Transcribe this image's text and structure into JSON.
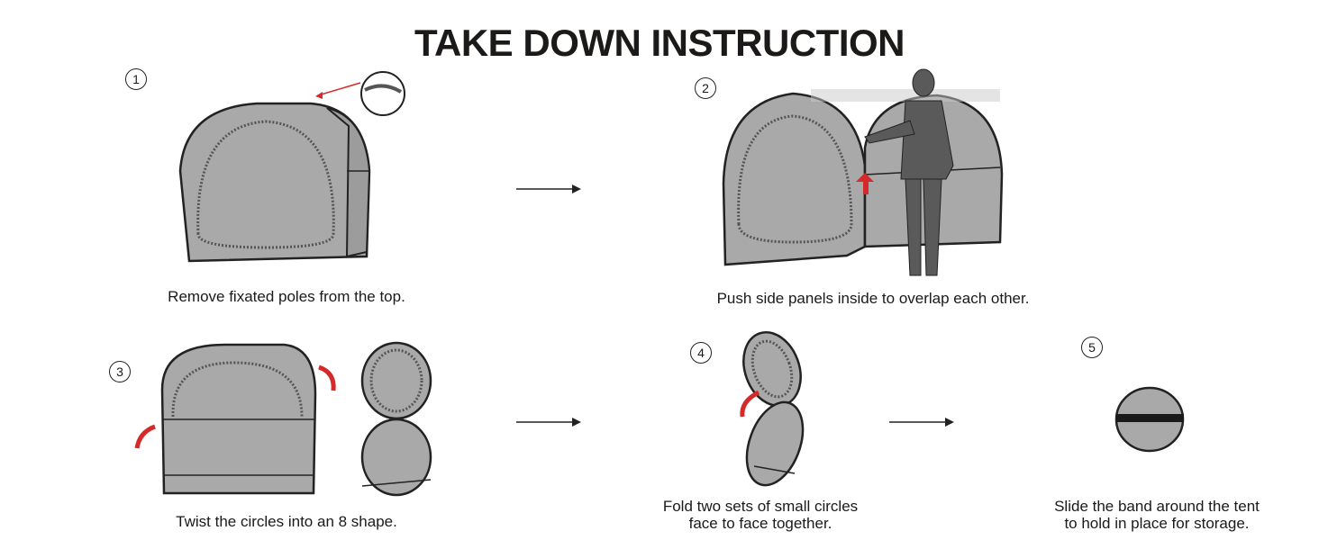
{
  "title": "TAKE DOWN INSTRUCTION",
  "steps": [
    {
      "number": "1",
      "caption": "Remove fixated poles from the top."
    },
    {
      "number": "2",
      "caption": "Push side panels inside to overlap each other."
    },
    {
      "number": "3",
      "caption": "Twist the circles into an 8 shape."
    },
    {
      "number": "4",
      "caption_line1": "Fold two sets of small circles",
      "caption_line2": "face to face together."
    },
    {
      "number": "5",
      "caption_line1": "Slide the band around the tent",
      "caption_line2": "to hold in place for storage."
    }
  ],
  "colors": {
    "tent": "#a9a9a9",
    "outline": "#222222",
    "accent": "#d42a2a",
    "person": "#5a5a5a"
  }
}
